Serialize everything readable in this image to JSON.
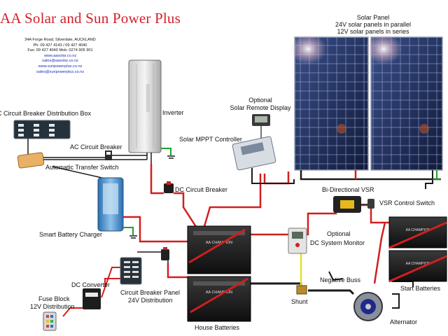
{
  "header": {
    "title": "AA Solar and Sun Power Plus",
    "address": "34A Forge Road, Silverdale, AUCKLAND",
    "phone": "Ph: 09 427 4143  /  09 427 4040",
    "fax": "Fax: 09 427 4040   Mob: 0274 905 901",
    "web1": "www.aasolar.co.nz",
    "email1": "sales@aasolar.co.nz",
    "web2": "www.sunpowerplus.co.nz",
    "email2": "sales@sunpowerplus.co.nz"
  },
  "labels": {
    "solar_panel": "Solar Panel",
    "panels_parallel": "24V solar panels in parallel",
    "panels_series": "12V solar panels in series",
    "ac_distribution": "AC Circuit Breaker Distribution Box",
    "inverter": "Inverter",
    "optional_display": "Optional",
    "solar_remote_display": "Solar Remote Display",
    "ac_breaker": "AC Circuit Breaker",
    "mppt": "Solar MPPT Controller",
    "transfer_switch": "Automatic Transfer Switch",
    "dc_breaker": "DC Circuit Breaker",
    "vsr": "Bi-Directional VSR",
    "vsr_switch": "VSR Control Switch",
    "charger": "Smart Battery Charger",
    "optional_monitor": "Optional",
    "dc_monitor": "DC System Monitor",
    "converter": "DC Converter",
    "cb_panel": "Circuit Breaker Panel",
    "dist_24v": "24V Distribution",
    "fuse_block": "Fuse Block",
    "dist_12v": "12V Distribution",
    "negative_buss": "Negative Buss",
    "shunt": "Shunt",
    "start_batteries": "Start Batteries",
    "house_batteries": "House Batteries",
    "alternator": "Alternator",
    "battery_brand": "AA CHAMPION"
  }
}
